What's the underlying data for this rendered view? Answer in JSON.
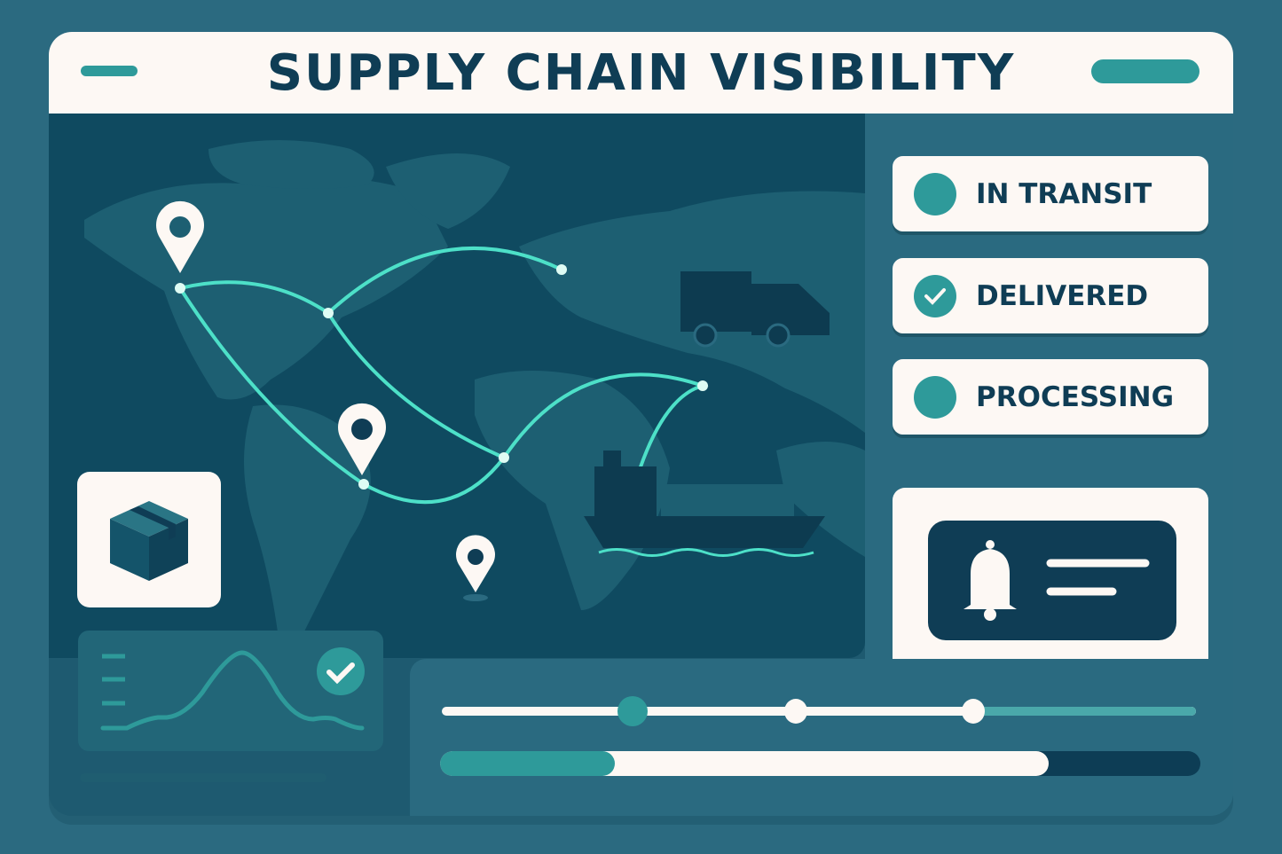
{
  "header": {
    "title": "SUPPLY CHAIN VISIBILITY"
  },
  "statuses": [
    {
      "label": "IN TRANSIT",
      "icon": "circle-icon"
    },
    {
      "label": "DELIVERED",
      "icon": "check-circle-icon"
    },
    {
      "label": "PROCESSING",
      "icon": "circle-icon"
    }
  ],
  "timeline": {
    "steps": 4,
    "current_step": 1
  },
  "progress": {
    "primary": 0.23,
    "secondary": 0.8
  },
  "colors": {
    "accent": "#2e9a9a",
    "route": "#4de0c8",
    "dark": "#0f3d55",
    "light": "#fdf8f4"
  }
}
